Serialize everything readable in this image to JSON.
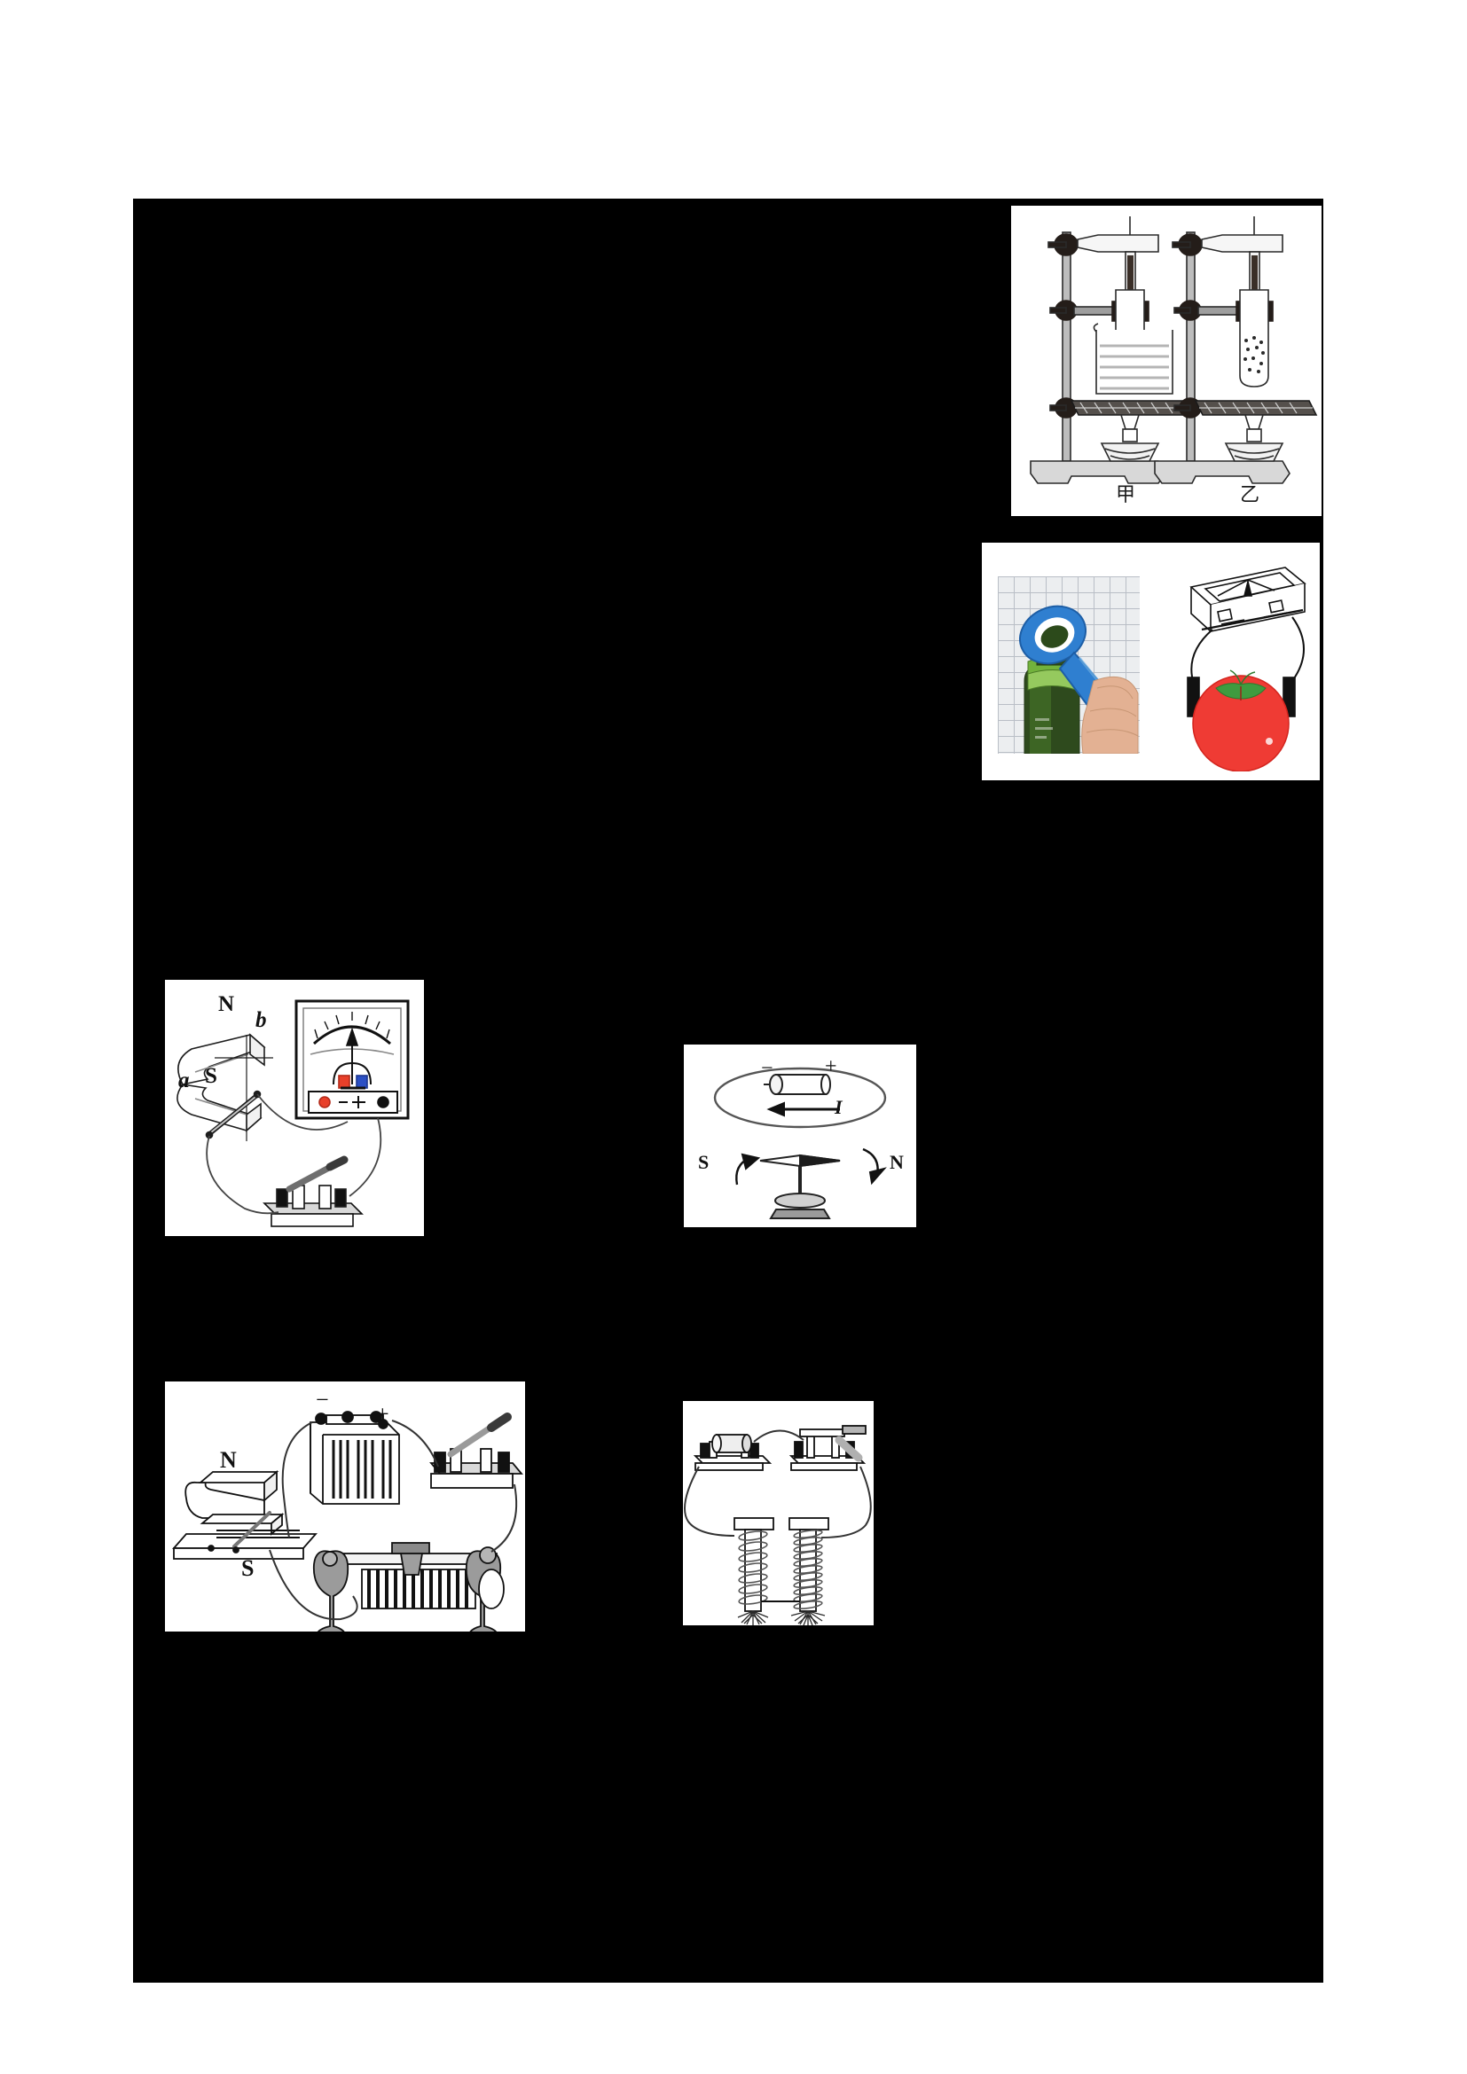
{
  "page": {
    "kind": "scanned-worksheet-page",
    "background_color": "#ffffff",
    "redaction_color": "#000000",
    "note_text": ""
  },
  "figures": [
    {
      "id": "fig-stands",
      "name": "two-retort-stand-heating-setups",
      "captions": [
        "甲",
        "乙"
      ],
      "parts": [
        "iron-stand",
        "clamp",
        "boss-head",
        "thermometer",
        "test-tube",
        "beaker",
        "wire-gauze",
        "alcohol-burner",
        "base"
      ]
    },
    {
      "id": "fig-opener",
      "name": "bottle-opener-photo-and-tomato-battery",
      "captions": [],
      "parts": [
        "blue-bottle-opener",
        "green-glass-bottle",
        "hand",
        "graph-paper-background",
        "galvanometer",
        "copper-electrode",
        "zinc-electrode",
        "tomato"
      ]
    },
    {
      "id": "fig-induction",
      "name": "electromagnetic-induction-experiment",
      "labels": {
        "north_pole": "N",
        "south_pole": "S",
        "conductor_end_left": "a",
        "conductor_end_right": "b"
      },
      "meter": {
        "minus": "−",
        "plus": "+"
      },
      "parts": [
        "horseshoe-magnet",
        "straight-conductor",
        "galvanometer",
        "knife-switch",
        "connecting-wires"
      ]
    },
    {
      "id": "fig-oersted",
      "name": "oersted-current-loop-and-compass",
      "labels": {
        "battery_negative": "−",
        "battery_positive": "+",
        "current": "I",
        "needle_south": "S",
        "needle_north": "N"
      },
      "parts": [
        "circular-wire-loop",
        "dry-cell",
        "current-arrow",
        "compass-needle",
        "compass-stand"
      ]
    },
    {
      "id": "fig-motor",
      "name": "force-on-current-carrying-wire-experiment",
      "labels": {
        "north_pole": "N",
        "south_pole": "S",
        "battery_negative": "−",
        "battery_positive": "+"
      },
      "parts": [
        "horseshoe-magnet",
        "conducting-rod",
        "rails",
        "lead-acid-battery",
        "knife-switch",
        "sliding-rheostat",
        "connecting-wires"
      ]
    },
    {
      "id": "fig-electromagnets",
      "name": "two-nail-electromagnets-in-series",
      "labels": {},
      "parts": [
        "dry-cell",
        "knife-switch",
        "nail-solenoid-few-turns",
        "nail-solenoid-many-turns",
        "iron-filings",
        "connecting-wires"
      ]
    }
  ],
  "colors": {
    "ink": "#111111",
    "paper": "#ffffff",
    "redaction": "#000000",
    "meter_red": "#e8402a",
    "meter_blue": "#2b4fc4",
    "tomato_red": "#ef3b34",
    "tomato_green": "#3f9b3f",
    "opener_blue": "#2f7fd0",
    "bottle_green": "#3d6b2a",
    "metal_gray": "#8a8a8a",
    "grid_gray": "#b9bec6"
  }
}
